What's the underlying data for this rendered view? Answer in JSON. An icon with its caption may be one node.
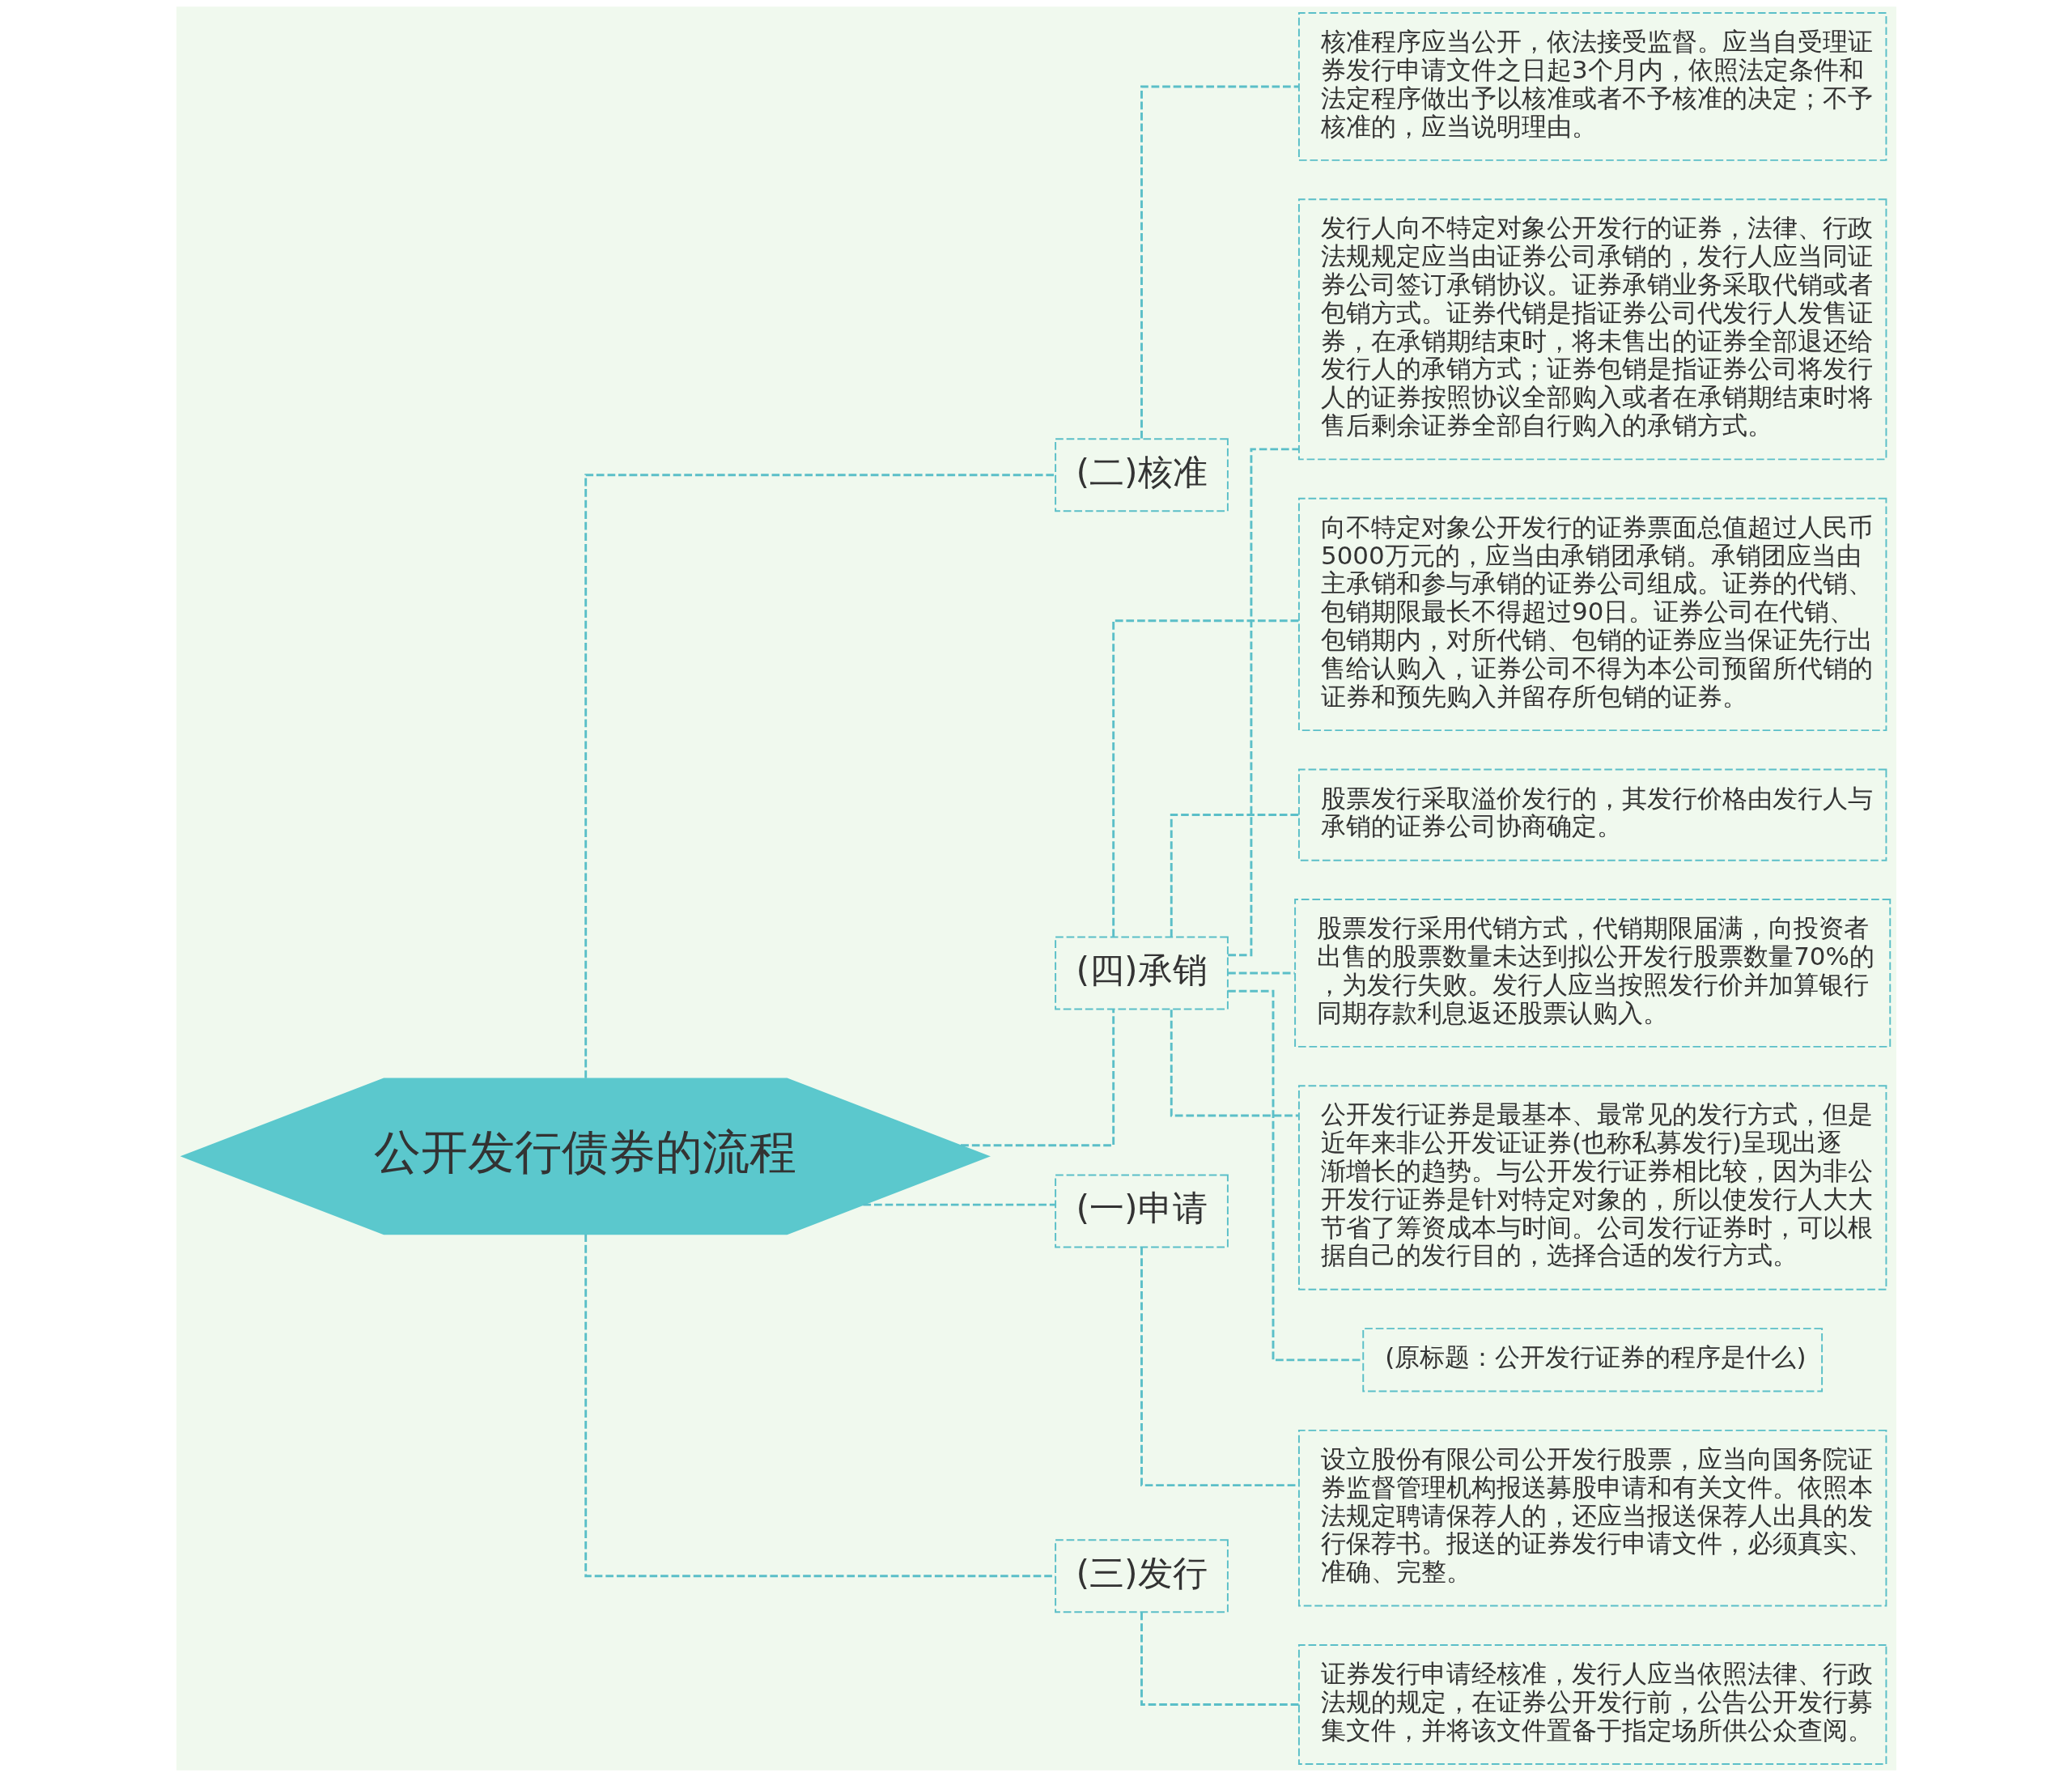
{
  "diagram": {
    "nodes": [
      {
        "text": [
          "公开发行债券的流程"
        ]
      },
      {
        "text": [
          "(二)核准"
        ]
      },
      {
        "text": [
          "核准程序应当公开，依法接受监督。应当自受理证券发行申请文件之日起3个月内，依照法定条件和法定程序做出予以核准或者不予核准的决定；不予核准的，应当说明理由。"
        ]
      },
      {
        "text": [
          "(四)承销"
        ]
      },
      {
        "text": [
          "发行人向不特定对象公开发行的证券，法律、行政法规规定应当由证券公司承销的，发行人应当同证券公司签订承销协议。证券承销业务采取代销或者包销方式。证券代销是指证券公司代发行人发售证券，在承销期结束时，将未售出的证券全部退还给发行人的承销方式；证券包销是指证券公司将发行人的证券按照协议全部购入或者在承销期结束时将售后剩余证券全部自行购入的承销方式。"
        ]
      },
      {
        "text": [
          "向不特定对象公开发行的证券票面总值超过人民币5000万元的，应当由承销团承销。承销团应当由主承销和参与承销的证券公司组成。证券的代销、包销期限最长不得超过90日。证券公司在代销、包销期内，对所代销、包销的证券应当保证先行出售给认购入，证券公司不得为本公司预留所代销的证券和预先购入并留存所包销的证券。"
        ]
      },
      {
        "text": [
          "股票发行采取溢价发行的，其发行价格由发行人与承销的证券公司协商确定。"
        ]
      },
      {
        "text": [
          "股票发行采用代销方式，代销期限届满，向投资者出售的股票数量未达到拟公开发行股票数量70%的，为发行失败。发行人应当按照发行价并加算银行同期存款利息返还股票认购入。"
        ]
      },
      {
        "text": [
          "公开发行证券是最基本、最常见的发行方式，但是近年来非公开发证证券(也称私募发行)呈现出逐渐增长的趋势。与公开发行证券相比较，因为非公开发行证券是针对特定对象的，所以使发行人大大节省了筹资成本与时间。公司发行证券时，可以根据自己的发行目的，选择合适的发行方式。"
        ]
      },
      {
        "text": [
          "(原标题：公开发行证券的程序是什么)"
        ]
      },
      {
        "text": [
          "(一)申请"
        ]
      },
      {
        "text": [
          "设立股份有限公司公开发行股票，应当向国务院证券监督管理机构报送募股申请和有关文件。依照本法规定聘请保荐人的，还应当报送保荐人出具的发行保荐书。报送的证券发行申请文件，必须真实、准确、完整。"
        ]
      },
      {
        "text": [
          "(三)发行"
        ]
      },
      {
        "text": [
          "证券发行申请经核准，发行人应当依照法律、行政法规的规定，在证券公开发行前，公告公开发行募集文件，并将该文件置备于指定场所供公众查阅。"
        ]
      }
    ],
    "edges": [
      {
        "from": 0,
        "to": 1,
        "arrow": "none"
      },
      {
        "from": 1,
        "to": 2,
        "arrow": "none"
      },
      {
        "from": 0,
        "to": 3,
        "arrow": "none"
      },
      {
        "from": 3,
        "to": 4,
        "arrow": "none"
      },
      {
        "from": 3,
        "to": 5,
        "arrow": "none"
      },
      {
        "from": 3,
        "to": 6,
        "arrow": "none"
      },
      {
        "from": 3,
        "to": 7,
        "arrow": "none"
      },
      {
        "from": 3,
        "to": 8,
        "arrow": "none"
      },
      {
        "from": 3,
        "to": 9,
        "arrow": "none"
      },
      {
        "from": 0,
        "to": 10,
        "arrow": "none"
      },
      {
        "from": 10,
        "to": 11,
        "arrow": "none"
      },
      {
        "from": 0,
        "to": 12,
        "arrow": "none"
      },
      {
        "from": 12,
        "to": 13,
        "arrow": "none"
      }
    ]
  }
}
